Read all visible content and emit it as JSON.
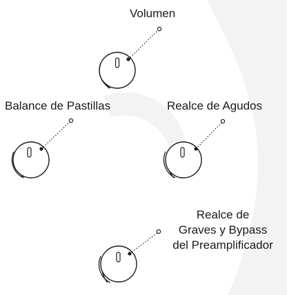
{
  "labels": {
    "volume": "Volumen",
    "pickup_balance": "Balance de Pastillas",
    "treble_boost": "Realce de Agudos",
    "bass_boost_line1": "Realce de",
    "bass_boost_line2": "Graves y Bypass",
    "bass_boost_line3": "del Preamplificador"
  },
  "knobs": [
    {
      "name": "volume-knob"
    },
    {
      "name": "pickup-balance-knob"
    },
    {
      "name": "treble-boost-knob"
    },
    {
      "name": "bass-boost-knob"
    }
  ],
  "colors": {
    "ink": "#1a1a1a",
    "watermark": "#f2f2f2"
  }
}
